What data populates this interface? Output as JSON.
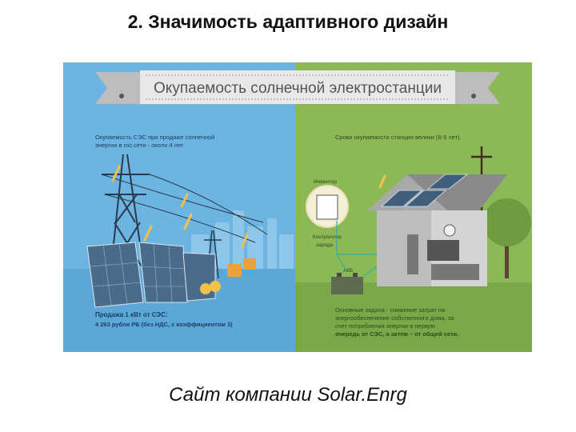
{
  "slide": {
    "title": "2. Значимость адаптивного дизайн",
    "caption": "Сайт компании Solar.Enrg"
  },
  "infographic": {
    "banner_title": "Окупаемость солнечной электростанции",
    "left_panel": {
      "text_top_line1": "Окупаемость СЭС при продаже солнечной",
      "text_top_line2": "энергии в гос.сети - около 4 лет",
      "text_bottom_line1": "Продажа 1 кВт от СЭС:",
      "text_bottom_line2": "4 263 рубля РБ  (без НДС, с коэффициентом 3)"
    },
    "right_panel": {
      "text_top": "Сроки окупаемости станции велики (8-9 лет).",
      "label_inverter": "Инвентор",
      "label_controller_line1": "Контроллер",
      "label_controller_line2": "заряда",
      "label_battery": "АКБ",
      "text_bottom_line1": "Основные задача - снижение затрат на",
      "text_bottom_line2": "энергообеспечение собственного дома, за",
      "text_bottom_line3": "счет потребления энергии в первую",
      "text_bottom_line4": "очередь от СЭС, а затем – от общей сети."
    },
    "colors": {
      "left_bg": "#6cb5e3",
      "right_bg": "#8cb855",
      "banner": "#e8e8e8",
      "accent_orange": "#f0a020"
    }
  }
}
